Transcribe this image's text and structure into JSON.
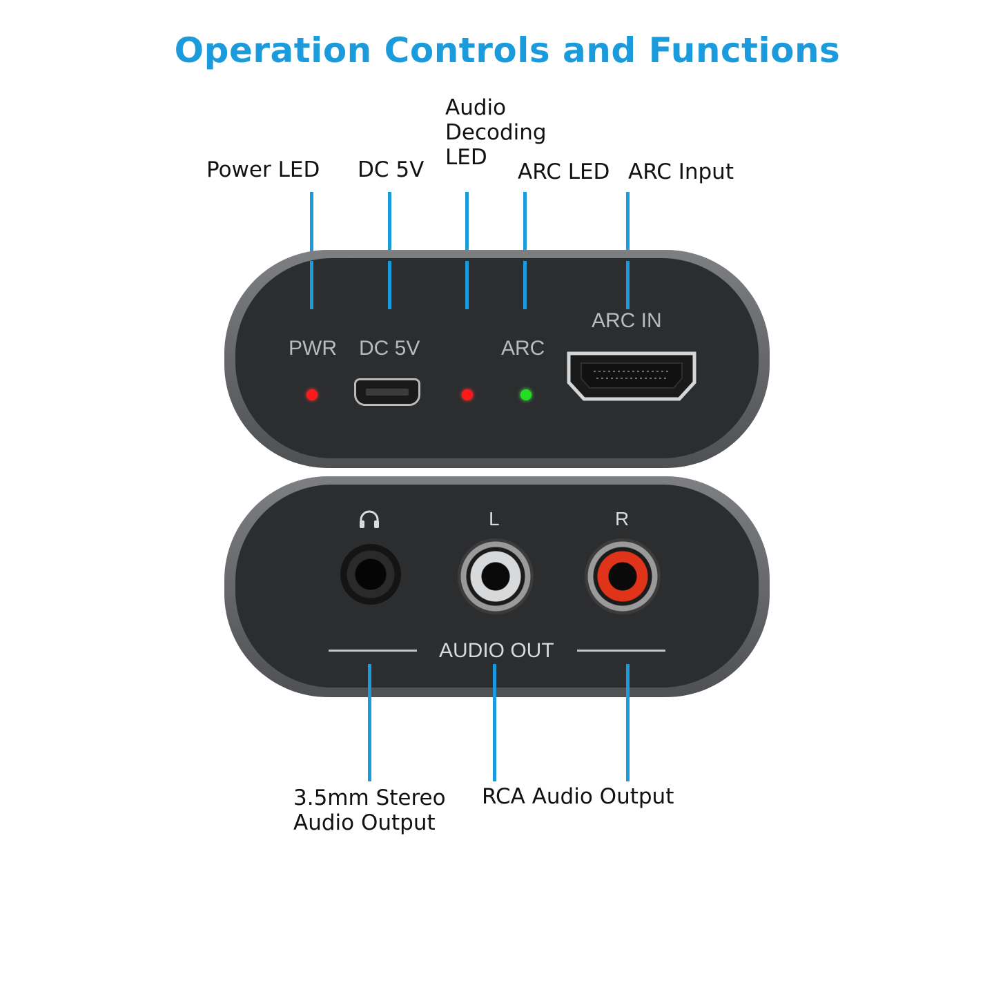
{
  "title": "Operation Controls and Functions",
  "callouts": {
    "power_led": "Power LED",
    "dc_5v": "DC 5V",
    "audio_decoding_led": [
      "Audio",
      "Decoding",
      "LED"
    ],
    "arc_led": "ARC LED",
    "arc_input": "ARC Input",
    "stereo_output": [
      "3.5mm Stereo",
      "Audio Output"
    ],
    "rca_output": "RCA Audio Output"
  },
  "panel_labels": {
    "pwr": "PWR",
    "dc5v": "DC 5V",
    "arc": "ARC",
    "arc_in": "ARC IN",
    "left": "L",
    "right": "R",
    "audio_out": "AUDIO OUT"
  },
  "icons": {
    "headphone": "headphone-icon",
    "micro_usb": "micro-usb-port",
    "hdmi": "hdmi-port"
  },
  "colors": {
    "accent": "#1b9bdb",
    "led_red": "#ff1a1a",
    "led_green": "#22dd22",
    "rca_left_ring": "#d8d9da",
    "rca_right_ring": "#e0341a"
  }
}
